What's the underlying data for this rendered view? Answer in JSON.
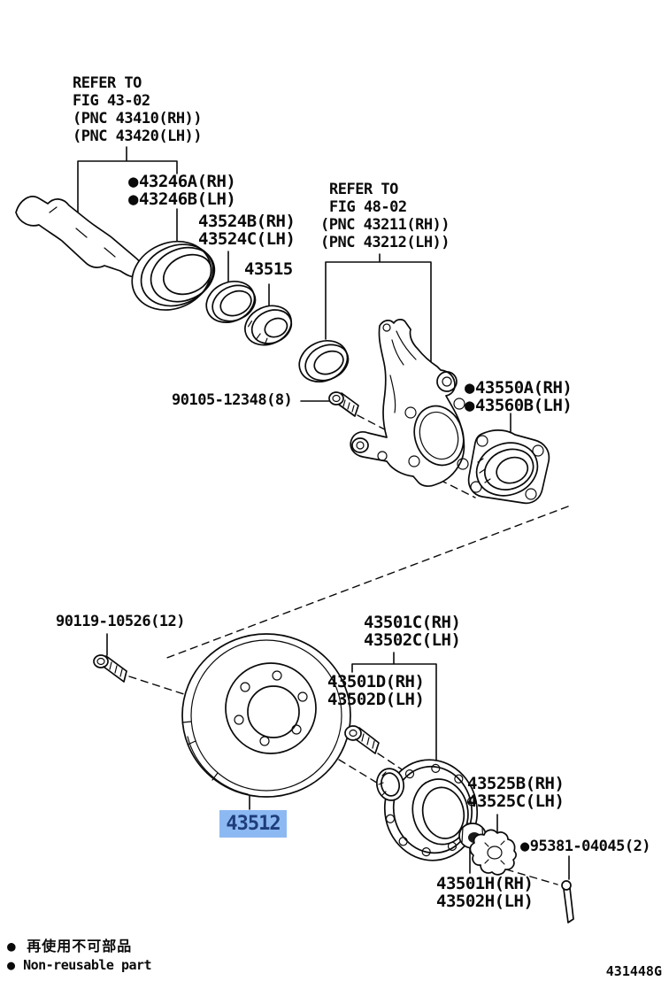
{
  "colors": {
    "line": "#0a0a0a",
    "background": "#ffffff",
    "highlight_bg": "#8db9f3",
    "highlight_text": "#1e3d7b"
  },
  "notes": {
    "fig43": {
      "l1": "REFER TO",
      "l2": "FIG 43-02",
      "l3": "(PNC 43410(RH))",
      "l4": "(PNC 43420(LH))"
    },
    "fig48": {
      "l1": "REFER TO",
      "l2": "FIG 48-02",
      "l3": "(PNC 43211(RH))",
      "l4": "(PNC 43212(LH))"
    }
  },
  "labels": {
    "p43246": {
      "bullet": "●",
      "rh": "43246A(RH)",
      "lh": "43246B(LH)"
    },
    "p43524": {
      "rh": "43524B(RH)",
      "lh": "43524C(LH)"
    },
    "p43515": {
      "text": "43515"
    },
    "p90105": {
      "text": "90105-12348(8)"
    },
    "p43550": {
      "bullet": "●",
      "rh": "43550A(RH)",
      "lh": "43560B(LH)"
    },
    "p90119": {
      "text": "90119-10526(12)"
    },
    "p43501c": {
      "rh": "43501C(RH)",
      "lh": "43502C(LH)"
    },
    "p43501d": {
      "rh": "43501D(RH)",
      "lh": "43502D(LH)"
    },
    "p43512": {
      "text": "43512"
    },
    "p43525": {
      "rh": "43525B(RH)",
      "lh": "43525C(LH)"
    },
    "p95381": {
      "bullet": "●",
      "text": "95381-04045(2)"
    },
    "p43501h": {
      "rh": "43501H(RH)",
      "lh": "43502H(LH)"
    }
  },
  "legend": {
    "bullet": "●",
    "jp": "再使用不可部品",
    "en": "Non-reusable part"
  },
  "footer": {
    "code": "431448G"
  }
}
